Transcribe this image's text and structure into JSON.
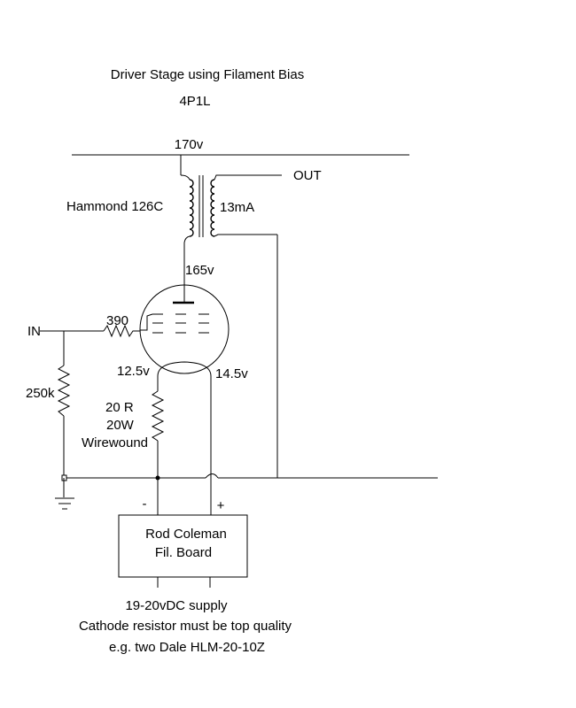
{
  "title": "Driver Stage using Filament Bias",
  "tube": "4P1L",
  "supply_voltage": "170v",
  "output_label": "OUT",
  "transformer": {
    "name": "Hammond 126C",
    "current": "13mA"
  },
  "plate_voltage": "165v",
  "input_label": "IN",
  "grid_resistor": "390",
  "grid_leak": "250k",
  "filament_left_voltage": "12.5v",
  "filament_right_voltage": "14.5v",
  "cathode_resistor": {
    "line1": "20 R",
    "line2": "20W",
    "line3": "Wirewound"
  },
  "polarity": {
    "minus": "-",
    "plus": "+"
  },
  "board": {
    "line1": "Rod Coleman",
    "line2": "Fil. Board"
  },
  "notes": [
    "19-20vDC supply",
    "Cathode resistor must be top quality",
    "e.g. two Dale HLM-20-10Z"
  ]
}
